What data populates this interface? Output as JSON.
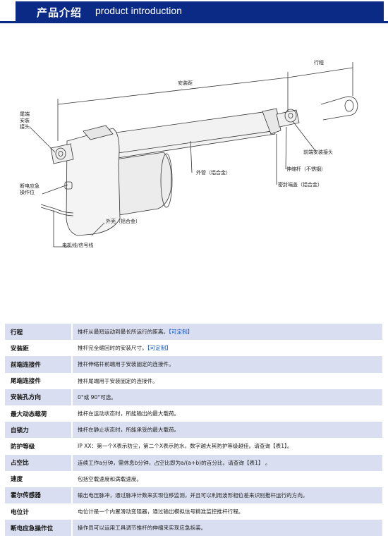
{
  "header": {
    "title_cn": "产品介绍",
    "title_en": "product introduction"
  },
  "diagram": {
    "labels": {
      "stroke": "行程",
      "install_distance": "安装距",
      "rear_connector": "尾端\n安装\n接头",
      "front_connector": "前端安装接头",
      "extension_rod": "伸缩杆（不锈钢）",
      "seal_cap": "密封端盖（铝合金）",
      "outer_tube": "外管（铝合金）",
      "emergency_position": "断电应急\n操作位",
      "housing": "外壳（铝合金）",
      "cable": "电机线/信号线"
    }
  },
  "specs": [
    {
      "name": "行程",
      "desc": "推杆从最短运动到最长所运行的距离。",
      "tag": "【可定制】"
    },
    {
      "name": "安装距",
      "desc": "推杆完全缩回时的安装尺寸。",
      "tag": "【可定制】"
    },
    {
      "name": "前端连接件",
      "desc": "推杆伸缩杆前端用于安装固定的连接件。",
      "tag": ""
    },
    {
      "name": "尾端连接件",
      "desc": "推杆尾端用于安装固定的连接件。",
      "tag": ""
    },
    {
      "name": "安装孔方向",
      "desc": "0°或 90°可选。",
      "tag": ""
    },
    {
      "name": "最大动态载荷",
      "desc": "推杆在运动状态时，所能输出的最大载荷。",
      "tag": ""
    },
    {
      "name": "自锁力",
      "desc": "推杆在静止状态时，所能承受的最大载荷。",
      "tag": ""
    },
    {
      "name": "防护等级",
      "desc": "IP XX：第一个X表示防尘，第二个X表示防水，数字越大其防护等级越佳。请查询【表1】。",
      "tag": ""
    },
    {
      "name": "占空比",
      "desc": "连续工作a分钟，需休息b分钟，占空比即为a/(a+b)的百分比。请查询【表1】 。",
      "tag": ""
    },
    {
      "name": "速度",
      "desc": "包括空载速度和满载速度。",
      "tag": ""
    },
    {
      "name": "霍尔传感器",
      "desc": "输出电压脉冲，通过脉冲计数来实现位移监测，并且可以利用波形相位差来识别推杆运行的方向。",
      "tag": ""
    },
    {
      "name": "电位计",
      "desc": "电位计是一个内置滑动变阻器，通过输出模拟信号精准监控推杆行程。",
      "tag": ""
    },
    {
      "name": "断电应急操作位",
      "desc": "操作员可以运用工具调节推杆的伸缩来实现应急拆装。",
      "tag": ""
    }
  ],
  "colors": {
    "header_bg": "#0b2a86",
    "row_alt": "#d9dff0",
    "customizable": "#1a56c4"
  }
}
